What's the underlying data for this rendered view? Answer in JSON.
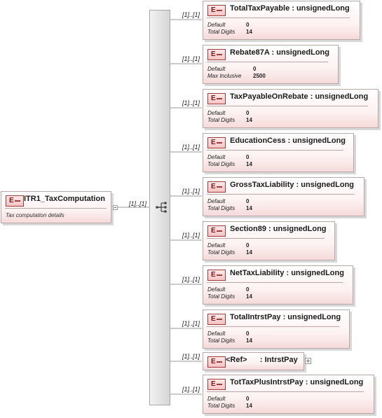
{
  "root": {
    "badge": "E",
    "name": "ITR1_TaxComputation",
    "description": "Tax computation details",
    "multiplicity": "[1]..[1]"
  },
  "elements": [
    {
      "badge": "E",
      "title": "TotalTaxPayable : unsignedLong",
      "multiplicity": "[1]..[1]",
      "facets": [
        {
          "label": "Default",
          "value": "0"
        },
        {
          "label": "Total Digits",
          "value": "14"
        }
      ]
    },
    {
      "badge": "E",
      "title": "Rebate87A : unsignedLong",
      "multiplicity": "[1]..[1]",
      "facets": [
        {
          "label": "Default",
          "value": "0"
        },
        {
          "label": "Max Inclusive",
          "value": "2500"
        }
      ]
    },
    {
      "badge": "E",
      "title": "TaxPayableOnRebate : unsignedLong",
      "multiplicity": "[1]..[1]",
      "facets": [
        {
          "label": "Default",
          "value": "0"
        },
        {
          "label": "Total Digits",
          "value": "14"
        }
      ]
    },
    {
      "badge": "E",
      "title": "EducationCess : unsignedLong",
      "multiplicity": "[1]..[1]",
      "facets": [
        {
          "label": "Default",
          "value": "0"
        },
        {
          "label": "Total Digits",
          "value": "14"
        }
      ]
    },
    {
      "badge": "E",
      "title": "GrossTaxLiability : unsignedLong",
      "multiplicity": "[1]..[1]",
      "facets": [
        {
          "label": "Default",
          "value": "0"
        },
        {
          "label": "Total Digits",
          "value": "14"
        }
      ]
    },
    {
      "badge": "E",
      "title": "Section89 : unsignedLong",
      "multiplicity": "[1]..[1]",
      "facets": [
        {
          "label": "Default",
          "value": "0"
        },
        {
          "label": "Total Digits",
          "value": "14"
        }
      ]
    },
    {
      "badge": "E",
      "title": "NetTaxLiability : unsignedLong",
      "multiplicity": "[1]..[1]",
      "facets": [
        {
          "label": "Default",
          "value": "0"
        },
        {
          "label": "Total Digits",
          "value": "14"
        }
      ]
    },
    {
      "badge": "E",
      "title": "TotalIntrstPay : unsignedLong",
      "multiplicity": "[1]..[1]",
      "facets": [
        {
          "label": "Default",
          "value": "0"
        },
        {
          "label": "Total Digits",
          "value": "14"
        }
      ]
    },
    {
      "badge": "E",
      "title": "<Ref>      : IntrstPay",
      "multiplicity": "[1]..[1]",
      "facets": []
    },
    {
      "badge": "E",
      "title": "TotTaxPlusIntrstPay : unsignedLong",
      "multiplicity": "[1]..[1]",
      "facets": [
        {
          "label": "Default",
          "value": "0"
        },
        {
          "label": "Total Digits",
          "value": "14"
        }
      ]
    }
  ]
}
